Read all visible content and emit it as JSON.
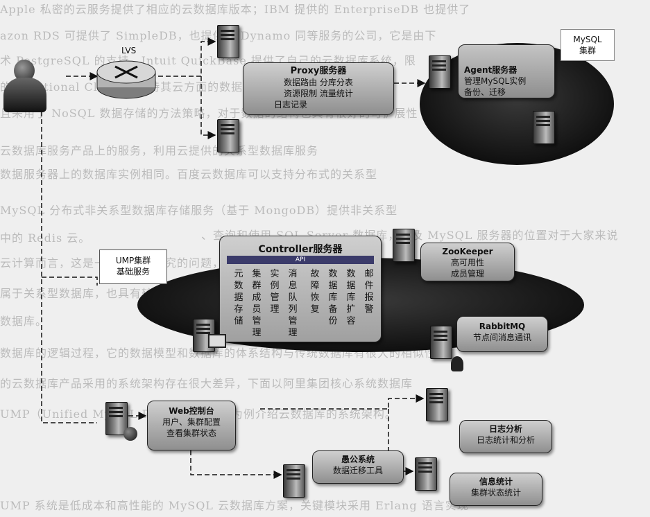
{
  "lvs": {
    "label": "LVS"
  },
  "proxy": {
    "title": "Proxy服务器",
    "lines": [
      "数据路由 分库分表",
      "资源限制 流量统计",
      "日志记录"
    ]
  },
  "agent": {
    "title": "Agent服务器",
    "lines": [
      "管理MySQL实例",
      "备份、迁移"
    ]
  },
  "mysql_cluster": {
    "line1": "MySQL",
    "line2": "集群"
  },
  "ump_cluster": {
    "line1": "UMP集群",
    "line2": "基础服务"
  },
  "controller": {
    "title": "Controller服务器",
    "api": "API",
    "columns": [
      [
        "元",
        "数",
        "据",
        "存",
        "储"
      ],
      [
        "集",
        "群",
        "成",
        "员",
        "管",
        "理"
      ],
      [
        "实",
        "例",
        "管",
        "理"
      ],
      [
        "消",
        "息",
        "队",
        "列",
        "管",
        "理"
      ],
      [
        "故",
        "障",
        "恢",
        "复"
      ],
      [
        "数",
        "据",
        "库",
        "备",
        "份"
      ],
      [
        "数",
        "据",
        "库",
        "扩",
        "容"
      ],
      [
        "邮",
        "件",
        "报",
        "警"
      ]
    ]
  },
  "zookeeper": {
    "title": "ZooKeeper",
    "lines": [
      "高可用性",
      "成员管理"
    ]
  },
  "rabbitmq": {
    "title": "RabbitMQ",
    "lines": [
      "节点间消息通讯"
    ]
  },
  "web_console": {
    "title": "Web控制台",
    "lines": [
      "用户、集群配置",
      "查看集群状态"
    ]
  },
  "ump_system": {
    "title": "愚公系统",
    "lines": [
      "数据迁移工具"
    ]
  },
  "log_analysis": {
    "title": "日志分析",
    "lines": [
      "日志统计和分析"
    ]
  },
  "info_stats": {
    "title": "信息统计",
    "lines": [
      "集群状态统计"
    ]
  },
  "background_text": [
    "Apple 私密的云服务提供了相应的云数据库版本；IBM 提供的 EnterpriseDB 也提供了",
    "azon RDS 可提供了 SimpleDB，也提供了 Dynamo 同等服务的公司，它是由下",
    "术 PostgreSQL 的支持，Intuit QuickBase 提供了自己的云数据库系统，限",
    "的 Relational Cloud 等支持其云方面的数据库服务器的分配与负载均衡",
    "且采用了 NoSQL 数据存储的方法策略，对于数据的结构也具有很好的可扩展性",
    "云数据库服务产品上的服务，利用云提供的关系型数据库服务",
    "数据服务器上的数据库实例相同。百度云数据库可以支持分布式的关系型",
    "MySQL 分布式非关系型数据库存储服务（基于 MongoDB）提供非关系型",
    "中的 Redis 云。",
    "、查询和使用 SQL Server 数据库，以及 MySQL 服务器的位置对于大家来说",
    "云计算而言，这是一个被广泛研究的问题，",
    "属于关系型数据库，也具有较好的兼容性，以及较好的可扩展性，来管理",
    "数据库。",
    "数据库的逻辑过程，它的数据模型和数据库的体系结构与传统数据库有很大的相似性",
    "的云数据库产品采用的系统架构存在很大差异，下面以阿里集团核心系统数据库",
    "UMP（Unified MySQL Platform）系统为例介绍云数据库的系统架构。",
    "UMP 系统是低成本和高性能的 MySQL 云数据库方案，关键模块采用 Erlang 语言实现"
  ]
}
